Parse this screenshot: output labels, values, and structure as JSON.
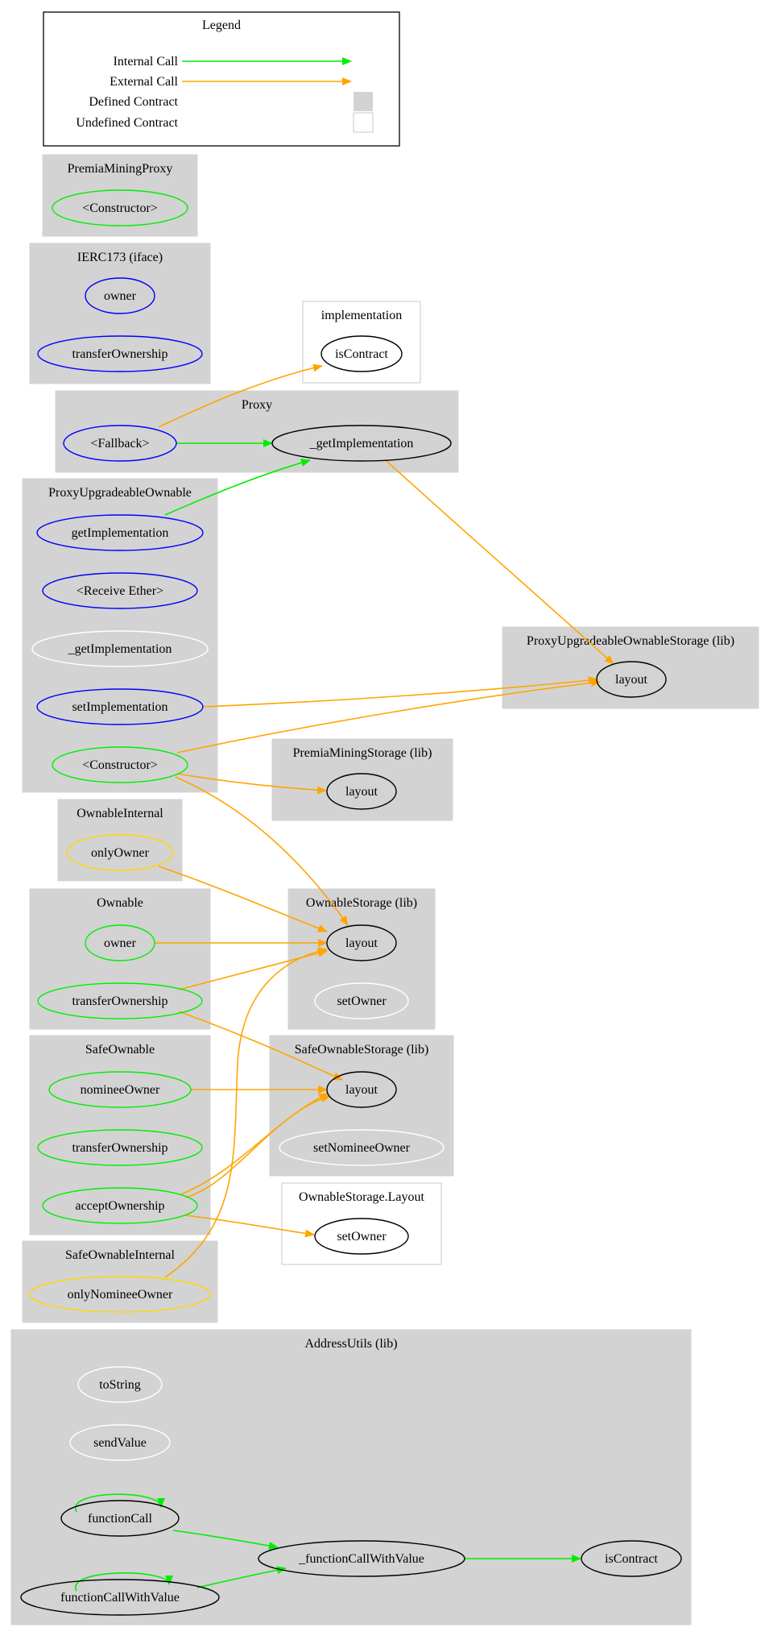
{
  "colors": {
    "internal_call": "#00ee00",
    "external_call": "#ffa500",
    "cluster_fill": "#d3d3d3",
    "public_function": "#0000ff",
    "internal_function": "#00ee00",
    "modifier": "#ffd700",
    "unused_function": "#ffffff",
    "defined_external": "#000000"
  },
  "legend": {
    "title": "Legend",
    "items": [
      {
        "label": "Internal Call",
        "kind": "internal-call"
      },
      {
        "label": "External Call",
        "kind": "external-call"
      },
      {
        "label": "Defined Contract",
        "kind": "defined-contract"
      },
      {
        "label": "Undefined Contract",
        "kind": "undefined-contract"
      }
    ]
  },
  "clusters": [
    {
      "id": "premia-mining-proxy",
      "label": "PremiaMiningProxy",
      "defined": true
    },
    {
      "id": "ierc173",
      "label": "IERC173  (iface)",
      "defined": true
    },
    {
      "id": "implementation",
      "label": "implementation",
      "defined": false
    },
    {
      "id": "proxy",
      "label": "Proxy",
      "defined": true
    },
    {
      "id": "proxy-upgradeable-ownable",
      "label": "ProxyUpgradeableOwnable",
      "defined": true
    },
    {
      "id": "proxy-upgradeable-ownable-storage",
      "label": "ProxyUpgradeableOwnableStorage  (lib)",
      "defined": true
    },
    {
      "id": "premia-mining-storage",
      "label": "PremiaMiningStorage  (lib)",
      "defined": true
    },
    {
      "id": "ownable-internal",
      "label": "OwnableInternal",
      "defined": true
    },
    {
      "id": "ownable",
      "label": "Ownable",
      "defined": true
    },
    {
      "id": "ownable-storage",
      "label": "OwnableStorage  (lib)",
      "defined": true
    },
    {
      "id": "safe-ownable",
      "label": "SafeOwnable",
      "defined": true
    },
    {
      "id": "safe-ownable-storage",
      "label": "SafeOwnableStorage  (lib)",
      "defined": true
    },
    {
      "id": "ownable-storage-layout",
      "label": "OwnableStorage.Layout",
      "defined": false
    },
    {
      "id": "safe-ownable-internal",
      "label": "SafeOwnableInternal",
      "defined": true
    },
    {
      "id": "address-utils",
      "label": "AddressUtils  (lib)",
      "defined": true
    }
  ],
  "nodes": [
    {
      "id": "pmp-constructor",
      "cluster": "premia-mining-proxy",
      "label": "<Constructor>",
      "color": "#00ee00"
    },
    {
      "id": "ierc-owner",
      "cluster": "ierc173",
      "label": "owner",
      "color": "#0000ff"
    },
    {
      "id": "ierc-transfer",
      "cluster": "ierc173",
      "label": "transferOwnership",
      "color": "#0000ff"
    },
    {
      "id": "impl-iscontract",
      "cluster": "implementation",
      "label": "isContract",
      "color": "#000000"
    },
    {
      "id": "proxy-fallback",
      "cluster": "proxy",
      "label": "<Fallback>",
      "color": "#0000ff"
    },
    {
      "id": "proxy-getimpl",
      "cluster": "proxy",
      "label": "_getImplementation",
      "color": "#000000"
    },
    {
      "id": "puo-getimpl",
      "cluster": "proxy-upgradeable-ownable",
      "label": "getImplementation",
      "color": "#0000ff"
    },
    {
      "id": "puo-receive",
      "cluster": "proxy-upgradeable-ownable",
      "label": "<Receive Ether>",
      "color": "#0000ff"
    },
    {
      "id": "puo-_getimpl",
      "cluster": "proxy-upgradeable-ownable",
      "label": "_getImplementation",
      "color": "#ffffff"
    },
    {
      "id": "puo-setimpl",
      "cluster": "proxy-upgradeable-ownable",
      "label": "setImplementation",
      "color": "#0000ff"
    },
    {
      "id": "puo-constructor",
      "cluster": "proxy-upgradeable-ownable",
      "label": "<Constructor>",
      "color": "#00ee00"
    },
    {
      "id": "puos-layout",
      "cluster": "proxy-upgradeable-ownable-storage",
      "label": "layout",
      "color": "#000000"
    },
    {
      "id": "pms-layout",
      "cluster": "premia-mining-storage",
      "label": "layout",
      "color": "#000000"
    },
    {
      "id": "oi-onlyowner",
      "cluster": "ownable-internal",
      "label": "onlyOwner",
      "color": "#ffd700"
    },
    {
      "id": "own-owner",
      "cluster": "ownable",
      "label": "owner",
      "color": "#00ee00"
    },
    {
      "id": "own-transfer",
      "cluster": "ownable",
      "label": "transferOwnership",
      "color": "#00ee00"
    },
    {
      "id": "os-layout",
      "cluster": "ownable-storage",
      "label": "layout",
      "color": "#000000"
    },
    {
      "id": "os-setowner",
      "cluster": "ownable-storage",
      "label": "setOwner",
      "color": "#ffffff"
    },
    {
      "id": "so-nominee",
      "cluster": "safe-ownable",
      "label": "nomineeOwner",
      "color": "#00ee00"
    },
    {
      "id": "so-transfer",
      "cluster": "safe-ownable",
      "label": "transferOwnership",
      "color": "#00ee00"
    },
    {
      "id": "so-accept",
      "cluster": "safe-ownable",
      "label": "acceptOwnership",
      "color": "#00ee00"
    },
    {
      "id": "sos-layout",
      "cluster": "safe-ownable-storage",
      "label": "layout",
      "color": "#000000"
    },
    {
      "id": "sos-setnominee",
      "cluster": "safe-ownable-storage",
      "label": "setNomineeOwner",
      "color": "#ffffff"
    },
    {
      "id": "osl-setowner",
      "cluster": "ownable-storage-layout",
      "label": "setOwner",
      "color": "#000000"
    },
    {
      "id": "soi-onlynominee",
      "cluster": "safe-ownable-internal",
      "label": "onlyNomineeOwner",
      "color": "#ffd700"
    },
    {
      "id": "au-tostring",
      "cluster": "address-utils",
      "label": "toString",
      "color": "#ffffff"
    },
    {
      "id": "au-sendvalue",
      "cluster": "address-utils",
      "label": "sendValue",
      "color": "#ffffff"
    },
    {
      "id": "au-functioncall",
      "cluster": "address-utils",
      "label": "functionCall",
      "color": "#000000"
    },
    {
      "id": "au-fcwv",
      "cluster": "address-utils",
      "label": "functionCallWithValue",
      "color": "#000000"
    },
    {
      "id": "au-_fcwv",
      "cluster": "address-utils",
      "label": "_functionCallWithValue",
      "color": "#000000"
    },
    {
      "id": "au-iscontract",
      "cluster": "address-utils",
      "label": "isContract",
      "color": "#000000"
    }
  ],
  "edges": [
    {
      "from": "proxy-fallback",
      "to": "impl-iscontract",
      "kind": "external"
    },
    {
      "from": "proxy-fallback",
      "to": "proxy-getimpl",
      "kind": "internal"
    },
    {
      "from": "puo-getimpl",
      "to": "proxy-getimpl",
      "kind": "internal"
    },
    {
      "from": "proxy-getimpl",
      "to": "puos-layout",
      "kind": "external"
    },
    {
      "from": "puo-setimpl",
      "to": "puos-layout",
      "kind": "external"
    },
    {
      "from": "puo-constructor",
      "to": "puos-layout",
      "kind": "external"
    },
    {
      "from": "puo-constructor",
      "to": "pms-layout",
      "kind": "external"
    },
    {
      "from": "puo-constructor",
      "to": "os-layout",
      "kind": "external"
    },
    {
      "from": "oi-onlyowner",
      "to": "os-layout",
      "kind": "external"
    },
    {
      "from": "own-owner",
      "to": "os-layout",
      "kind": "external"
    },
    {
      "from": "own-transfer",
      "to": "os-layout",
      "kind": "external"
    },
    {
      "from": "own-transfer",
      "to": "sos-layout",
      "kind": "external"
    },
    {
      "from": "so-nominee",
      "to": "sos-layout",
      "kind": "external"
    },
    {
      "from": "so-accept",
      "to": "sos-layout",
      "kind": "external"
    },
    {
      "from": "so-accept",
      "to": "sos-layout",
      "kind": "external"
    },
    {
      "from": "so-accept",
      "to": "osl-setowner",
      "kind": "external"
    },
    {
      "from": "soi-onlynominee",
      "to": "os-layout",
      "kind": "external"
    },
    {
      "from": "au-functioncall",
      "to": "au-functioncall",
      "kind": "internal"
    },
    {
      "from": "au-functioncall",
      "to": "au-_fcwv",
      "kind": "internal"
    },
    {
      "from": "au-fcwv",
      "to": "au-fcwv",
      "kind": "internal"
    },
    {
      "from": "au-fcwv",
      "to": "au-_fcwv",
      "kind": "internal"
    },
    {
      "from": "au-_fcwv",
      "to": "au-iscontract",
      "kind": "internal"
    }
  ]
}
